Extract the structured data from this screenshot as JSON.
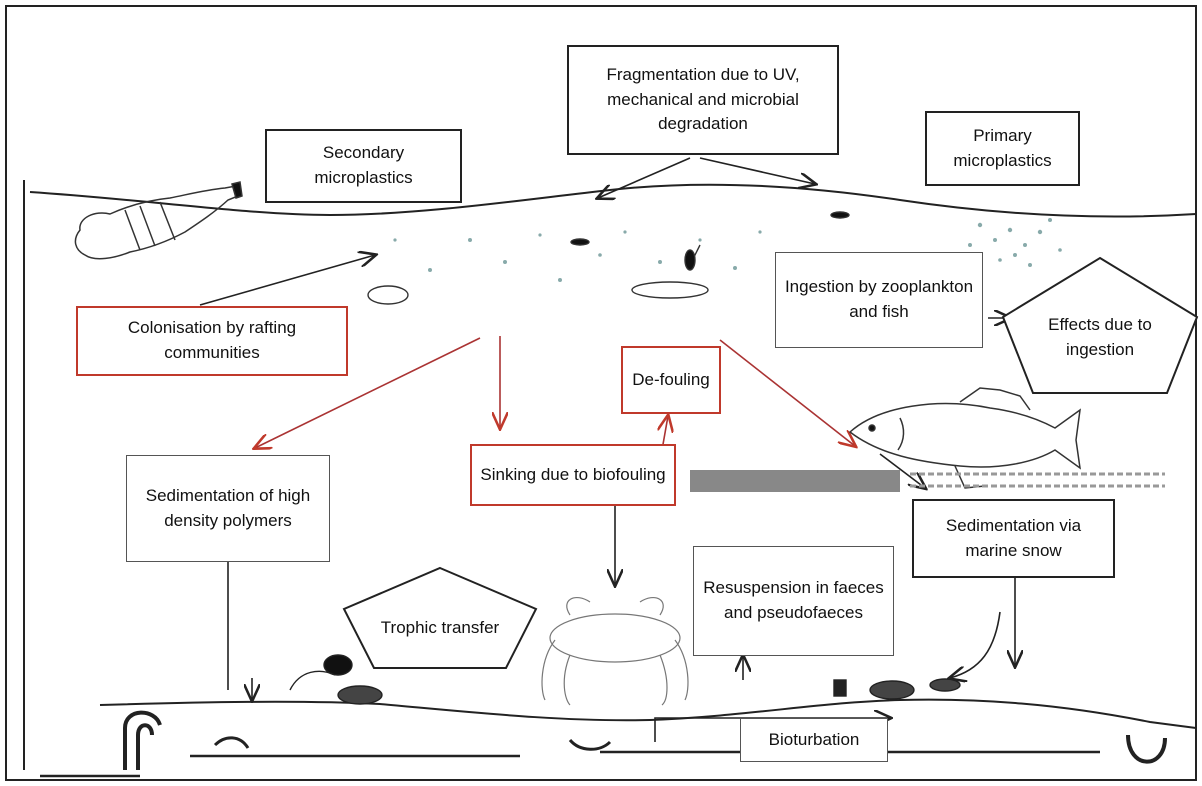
{
  "labels": {
    "fragmentation": "Fragmentation due to UV, mechanical and microbial degradation",
    "secondary": "Secondary microplastics",
    "primary": "Primary microplastics",
    "colonisation": "Colonisation by rafting communities",
    "ingestion": "Ingestion by zooplankton and fish",
    "effects": "Effects due to ingestion",
    "defouling": "De-fouling",
    "sinking": "Sinking due to biofouling",
    "sedimentation_high": "Sedimentation of high density polymers",
    "trophic": "Trophic transfer",
    "marine_snow": "Sedimentation via marine snow",
    "resuspension": "Resuspension in faeces and pseudofaeces",
    "bioturbation": "Bioturbation"
  },
  "icons": [
    "plastic-bottle-icon",
    "fish-icon",
    "crab-icon",
    "zooplankton-icon",
    "worm-icon"
  ]
}
